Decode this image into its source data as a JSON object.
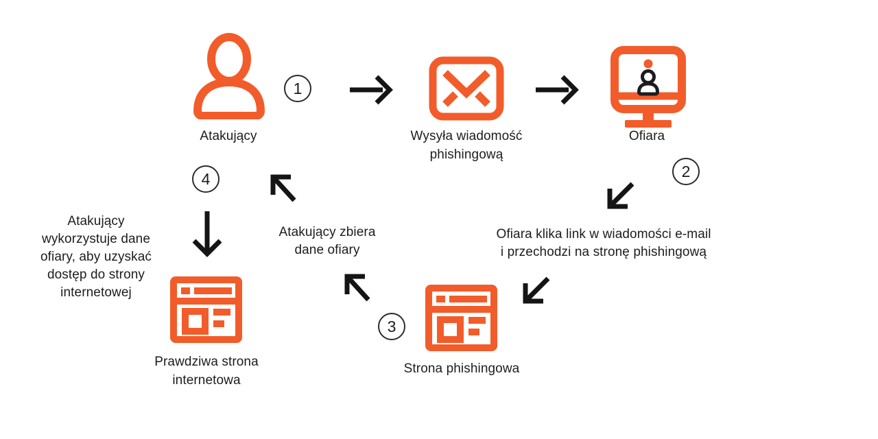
{
  "colors": {
    "accent": "#F25C2B",
    "ink": "#1C1C1E",
    "arrow": "#151515",
    "background": "#FFFFFF",
    "circle_border": "#2B2B2B"
  },
  "diagram": {
    "nodes": {
      "attacker": {
        "label": "Atakujący",
        "icon": "person-icon"
      },
      "email": {
        "label": "Wysyła wiadomość\nphishingową",
        "icon": "envelope-icon"
      },
      "victim": {
        "label": "Ofiara",
        "icon": "monitor-user-icon"
      },
      "phishing_site": {
        "label": "Strona phishingowa",
        "icon": "browser-window-icon"
      },
      "real_site": {
        "label": "Prawdziwa strona\ninternetowa",
        "icon": "browser-window-icon"
      }
    },
    "steps": [
      "1",
      "2",
      "3",
      "4"
    ],
    "annotations": {
      "victim_clicks": "Ofiara klika link w wiadomości e-mail\ni przechodzi na stronę phishingową",
      "attacker_collects": "Atakujący zbiera\ndane ofiary",
      "attacker_uses": "Atakujący\nwykorzystuje dane\nofiary, aby uzyskać\ndostęp do strony\ninternetowej"
    }
  }
}
